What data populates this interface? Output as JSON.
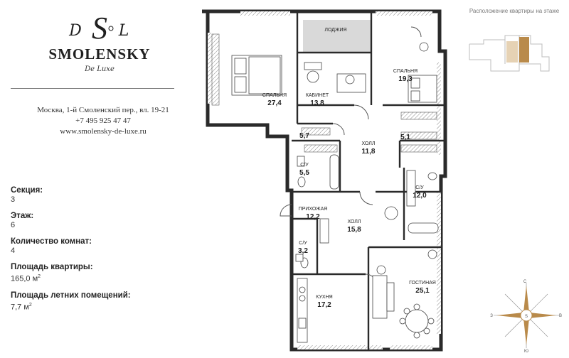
{
  "brand": {
    "monogram": "DSL",
    "name": "SMOLENSKY",
    "subtitle": "De Luxe"
  },
  "contact": {
    "address": "Москва, 1-й Смоленский пер., вл. 19-21",
    "phone": "+7 495 925 47 47",
    "website": "www.smolensky-de-luxe.ru"
  },
  "specs": [
    {
      "label": "Секция:",
      "value": "3"
    },
    {
      "label": "Этаж:",
      "value": "6"
    },
    {
      "label": "Количество комнат:",
      "value": "4"
    },
    {
      "label": "Площадь квартиры:",
      "value": "165,0 м",
      "sup": "2"
    },
    {
      "label": "Площадь летних помещений:",
      "value": "7,7 м",
      "sup": "2"
    }
  ],
  "location": {
    "caption": "Расположение квартиры на этаже",
    "highlight_color": "#b98a4a"
  },
  "plan": {
    "rooms": [
      {
        "id": "bedroom1",
        "label": "СПАЛЬНЯ",
        "area": "27,4"
      },
      {
        "id": "loggia",
        "label": "ЛОДЖИЯ",
        "area": ""
      },
      {
        "id": "study",
        "label": "КАБИНЕТ",
        "area": "13,8"
      },
      {
        "id": "bedroom2",
        "label": "СПАЛЬНЯ",
        "area": "19,3"
      },
      {
        "id": "closet1",
        "label": "",
        "area": "5,7"
      },
      {
        "id": "closet2",
        "label": "",
        "area": "5,1"
      },
      {
        "id": "hall1",
        "label": "ХОЛЛ",
        "area": "11,8"
      },
      {
        "id": "bath1",
        "label": "С/У",
        "area": "5,5"
      },
      {
        "id": "bath2",
        "label": "С/У",
        "area": "12,0"
      },
      {
        "id": "entry",
        "label": "ПРИХОЖАЯ",
        "area": "12,2"
      },
      {
        "id": "hall2",
        "label": "ХОЛЛ",
        "area": "15,8"
      },
      {
        "id": "bath3",
        "label": "С/У",
        "area": "3,2"
      },
      {
        "id": "kitchen",
        "label": "КУХНЯ",
        "area": "17,2"
      },
      {
        "id": "living",
        "label": "ГОСТИНАЯ",
        "area": "25,1"
      }
    ]
  },
  "compass": {
    "n": "С",
    "s": "Ю",
    "e": "В",
    "w": "З",
    "accent": "#b98a4a"
  }
}
